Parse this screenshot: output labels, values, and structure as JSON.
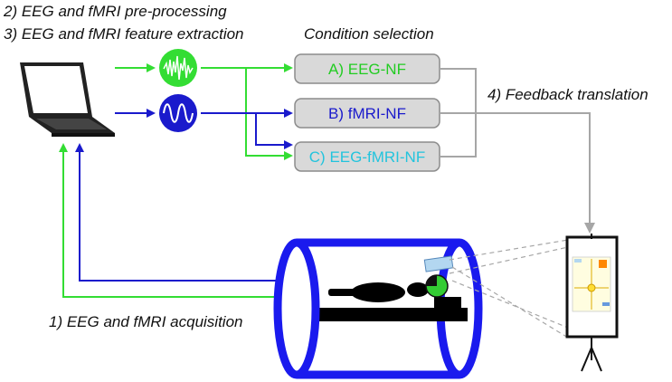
{
  "labels": {
    "preprocessing": "2) EEG and fMRI pre-processing",
    "feature_extraction": "3) EEG and fMRI feature extraction",
    "condition_selection": "Condition selection",
    "feedback_translation": "4) Feedback translation",
    "acquisition": "1) EEG and fMRI acquisition"
  },
  "conditions": [
    {
      "label": "A) EEG-NF",
      "color": "#22cc22"
    },
    {
      "label": "B) fMRI-NF",
      "color": "#1a1acc"
    },
    {
      "label": "C) EEG-fMRI-NF",
      "color": "#22c4dd"
    }
  ],
  "colors": {
    "eeg": "#33dd33",
    "fmri": "#1a1acc",
    "feedback": "#a6a6a6",
    "box_fill": "#d9d9d9",
    "box_stroke": "#8c8c8c",
    "scanner": "#1a1aee"
  },
  "icons": {
    "computer": "laptop-icon",
    "eeg_signal": "eeg-waveform-icon",
    "fmri_signal": "fmri-waveform-icon",
    "scanner": "mri-scanner-icon",
    "display": "feedback-screen-icon"
  }
}
